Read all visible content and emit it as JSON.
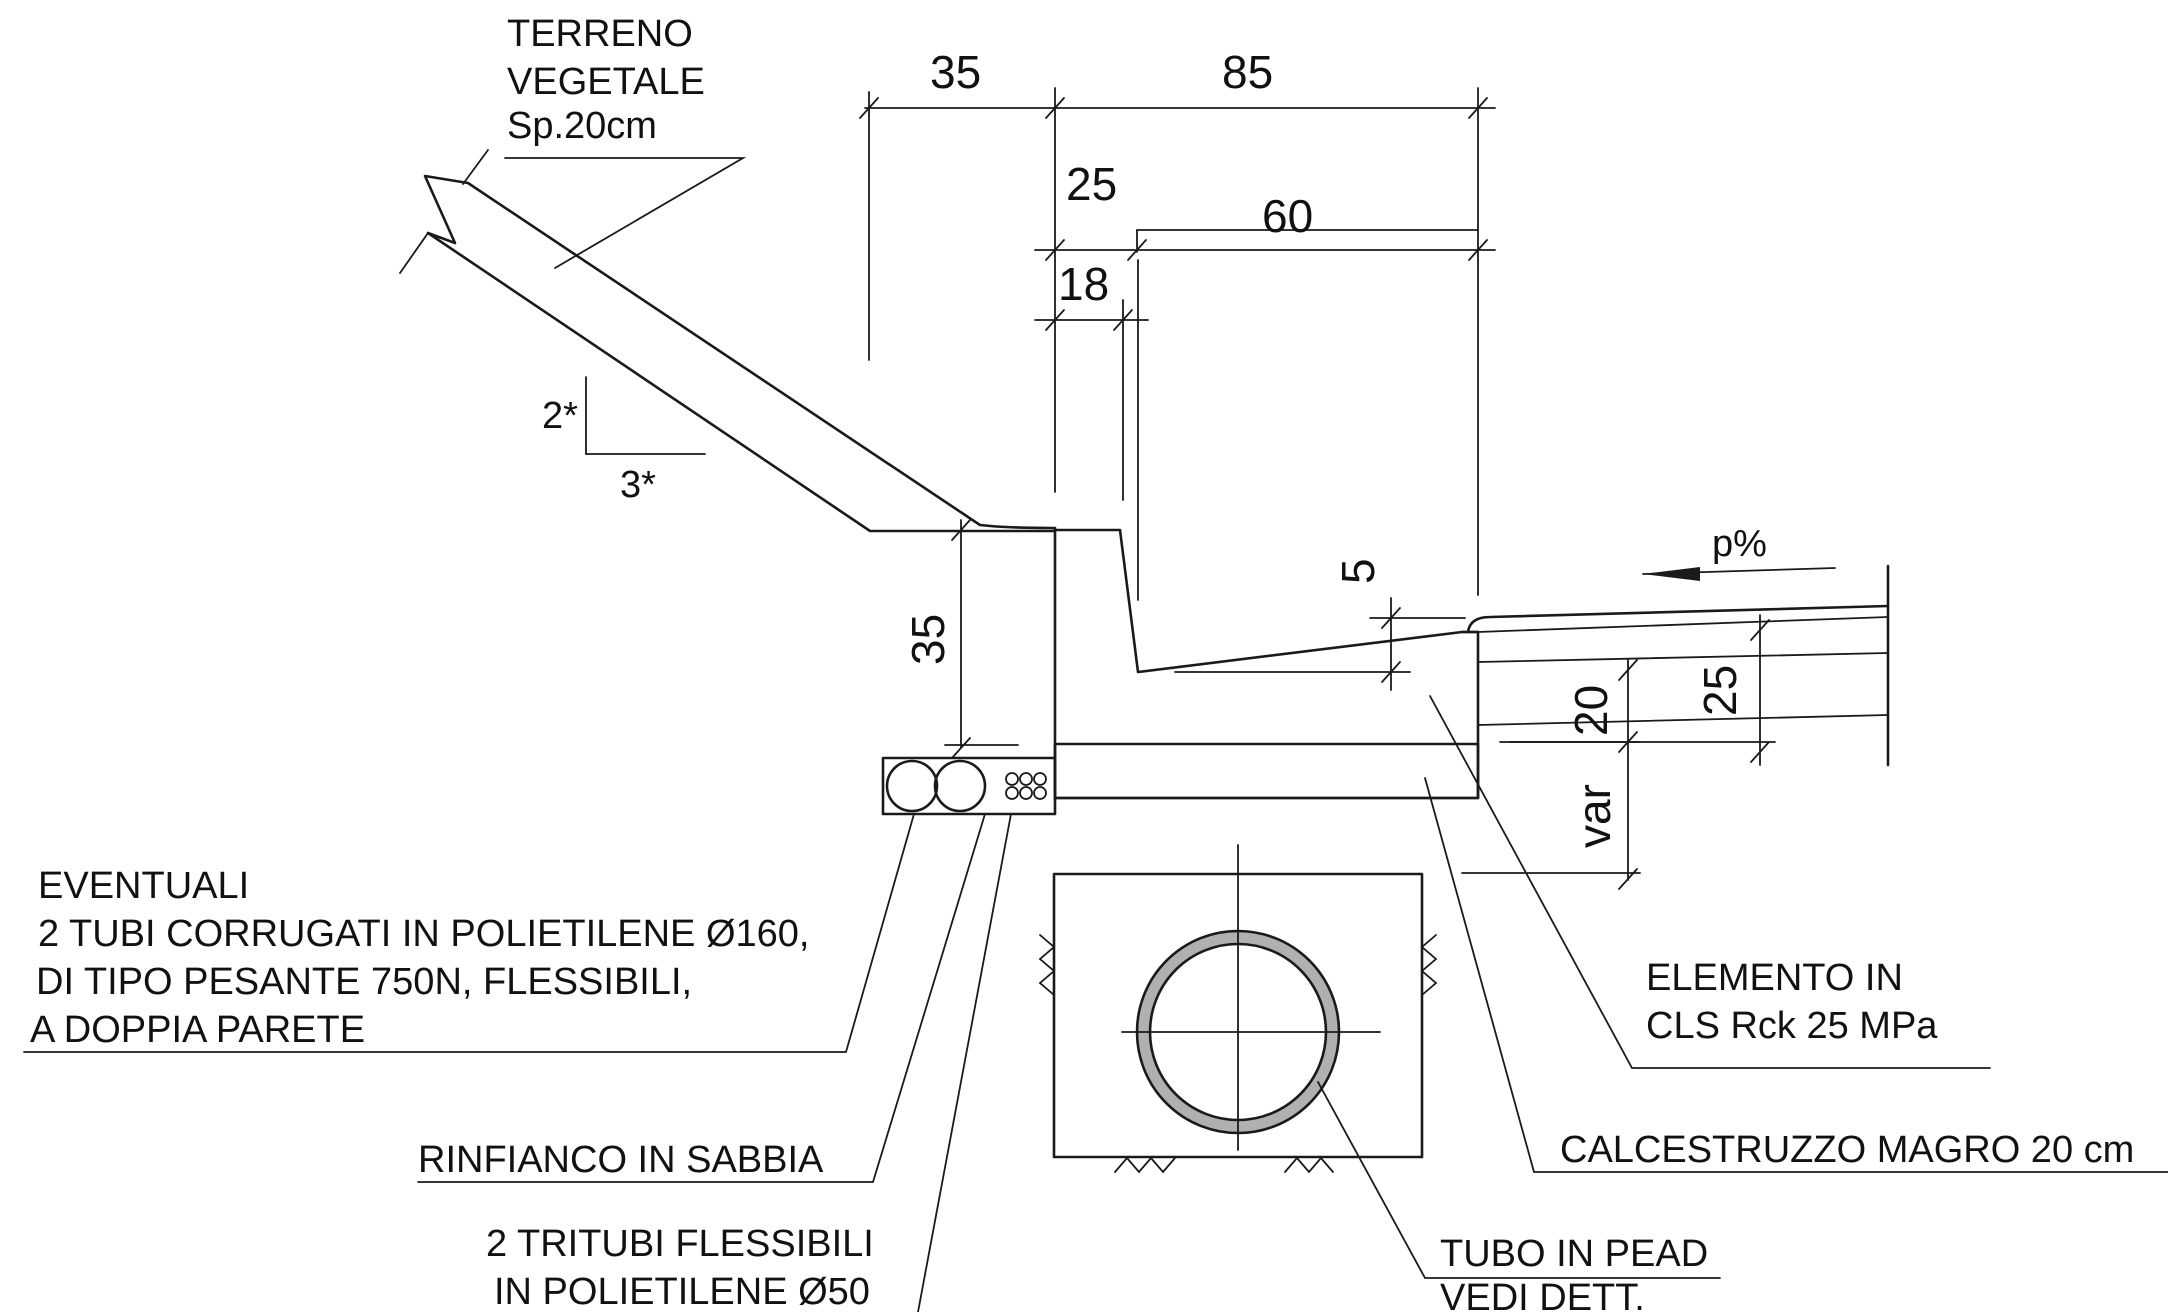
{
  "labels": {
    "topsoil": [
      "TERRENO",
      "VEGETALE",
      "Sp.20cm"
    ],
    "ducts": [
      "EVENTUALI",
      "2 TUBI CORRUGATI IN POLIETILENE Ø160,",
      "DI TIPO PESANTE 750N, FLESSIBILI,",
      " A DOPPIA PARETE"
    ],
    "sand_fill": "RINFIANCO IN SABBIA",
    "tritubes": [
      "2 TRITUBI FLESSIBILI",
      "IN POLIETILENE Ø50"
    ],
    "concrete_element": [
      "ELEMENTO IN",
      "CLS Rck 25 MPa"
    ],
    "lean_concrete": "CALCESTRUZZO MAGRO 20 cm",
    "hdpe_pipe": [
      "TUBO IN PEAD",
      "VEDI DETT."
    ]
  },
  "slope": {
    "rise": "2*",
    "run": "3*"
  },
  "crossfall": "p%",
  "dimensions": {
    "top_left": "35",
    "top_right": "85",
    "upper_wall": "25",
    "channel_width": "60",
    "wall_top": "18",
    "side_height": "35",
    "kerb_step": "5",
    "slab": "20",
    "pavement": "25",
    "base": "var"
  },
  "colors": {
    "ink": "#1a1a1a",
    "hatch": "#9a9a9a",
    "sand_fill": "#8a8a8a"
  }
}
